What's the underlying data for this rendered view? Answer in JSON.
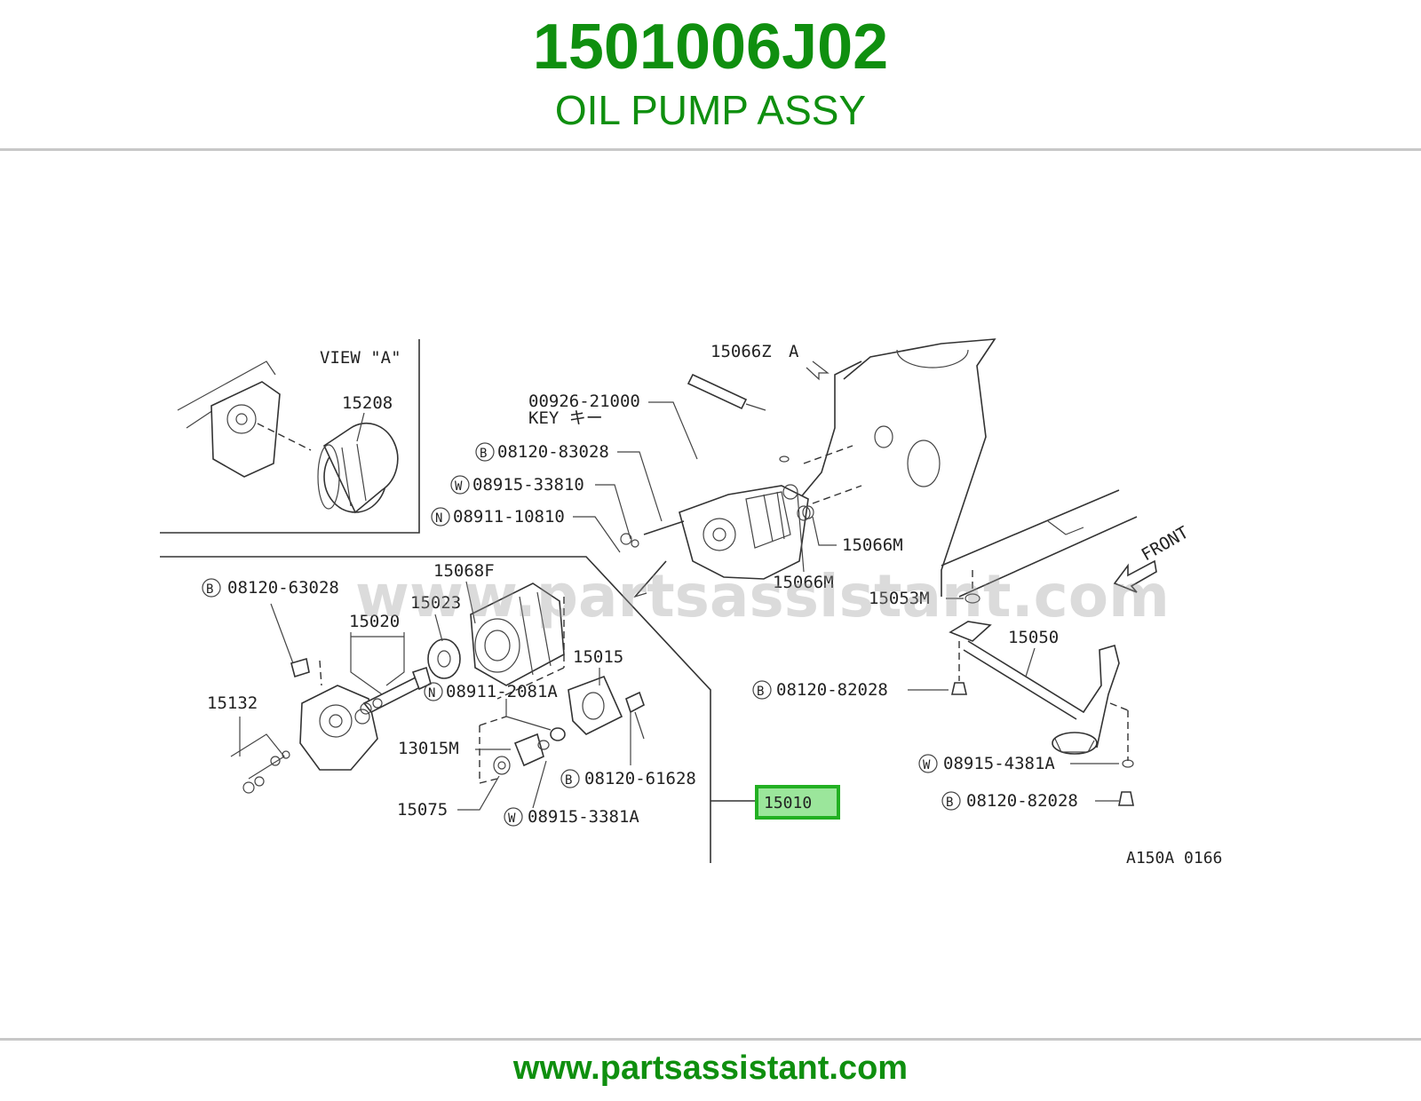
{
  "header": {
    "part_number": "1501006J02",
    "part_name": "OIL PUMP ASSY"
  },
  "footer": {
    "url": "www.partsassistant.com"
  },
  "diagram": {
    "watermark": "www.partsassistant.com",
    "view_label": "VIEW \"A\"",
    "figure_code": "A150A 0166",
    "front_label": "FRONT",
    "highlighted_part": "15010",
    "highlight_color": "#22b022",
    "highlight_fill": "#9be69b",
    "labels": {
      "p15208": "15208",
      "p15066z": "15066Z",
      "p15066z_arrow": "A",
      "p00926": "00926-21000",
      "key": "KEY  キー",
      "p08120_83028": "08120-83028",
      "p08915_33810": "08915-33810",
      "p08911_10810": "08911-10810",
      "p15066m_a": "15066M",
      "p15066m_b": "15066M",
      "p15053m": "15053M",
      "p15050": "15050",
      "p08120_82028_a": "08120-82028",
      "p08915_4381a": "08915-4381A",
      "p08120_82028_b": "08120-82028",
      "p08120_63028": "08120-63028",
      "p15068f": "15068F",
      "p15023": "15023",
      "p15020": "15020",
      "p15015": "15015",
      "p08911_2081a": "08911-2081A",
      "p15132": "15132",
      "p13015m": "13015M",
      "p08120_61628": "08120-61628",
      "p15075": "15075",
      "p08915_3381a": "08915-3381A"
    },
    "prefix_badges": {
      "bolt": "B",
      "washer": "W",
      "nut": "N"
    }
  }
}
